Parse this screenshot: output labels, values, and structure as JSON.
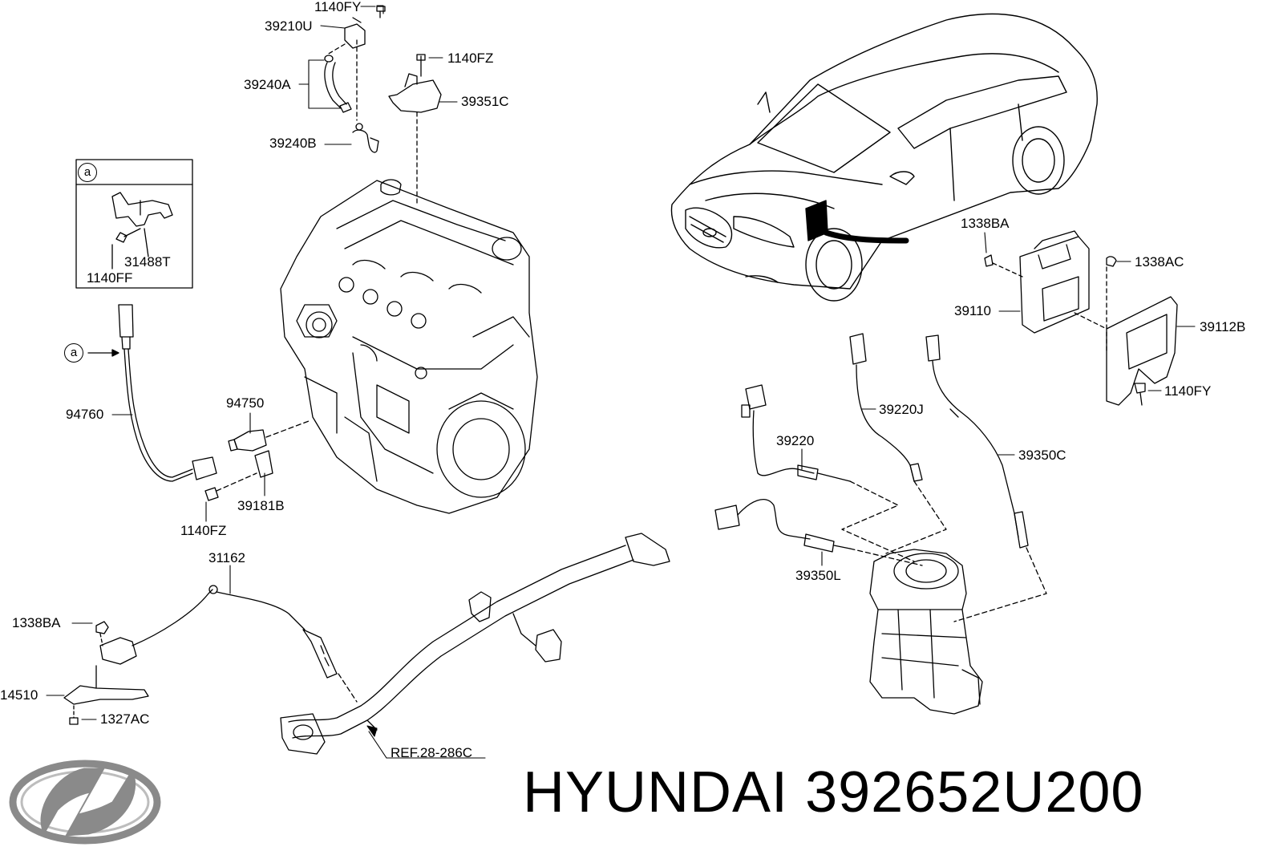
{
  "brand": {
    "name": "HYUNDAI",
    "part_number": "392652U200"
  },
  "detail_marker": "a",
  "callouts": {
    "c_1140FY_top": "1140FY",
    "c_39210U": "39210U",
    "c_1140FZ_top": "1140FZ",
    "c_39240A": "39240A",
    "c_39351C": "39351C",
    "c_39240B": "39240B",
    "c_31488T": "31488T",
    "c_1140FF": "1140FF",
    "c_94760": "94760",
    "c_94750": "94750",
    "c_39181B": "39181B",
    "c_1140FZ_bottom": "1140FZ",
    "c_31162": "31162",
    "c_1338BA_left": "1338BA",
    "c_14510": "14510",
    "c_1327AC": "1327AC",
    "c_ref": "REF.28-286C",
    "c_1338BA_right": "1338BA",
    "c_1338AC": "1338AC",
    "c_39110": "39110",
    "c_39112B": "39112B",
    "c_1140FY_right": "1140FY",
    "c_39220J": "39220J",
    "c_39220": "39220",
    "c_39350C": "39350C",
    "c_39350L": "39350L"
  },
  "colors": {
    "line": "#000000",
    "logo": "#8a8a8a",
    "background": "#ffffff"
  }
}
